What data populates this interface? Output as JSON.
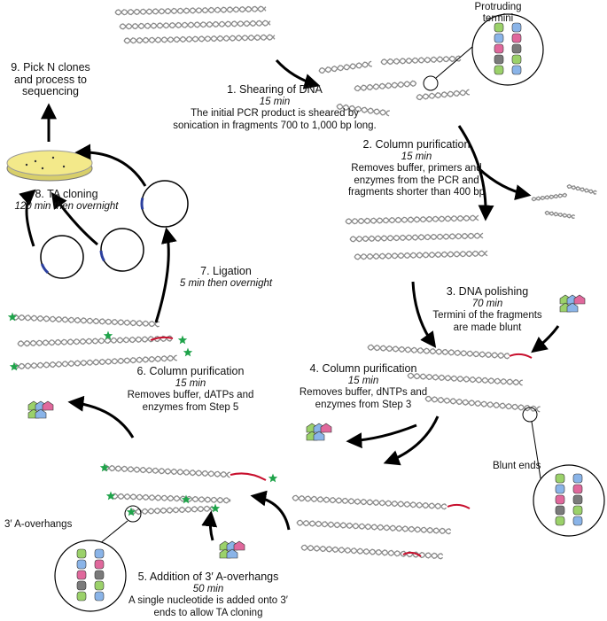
{
  "steps": [
    {
      "title": "1. Shearing of DNA",
      "time": "15 min",
      "desc1": "The initial PCR product is sheared by",
      "desc2": "sonication in fragments 700 to 1,000 bp long."
    },
    {
      "title": "2. Column purification",
      "time": "15 min",
      "desc1": "Removes buffer, primers and",
      "desc2": "enzymes from the PCR and",
      "desc3": "fragments shorter than 400 bp"
    },
    {
      "title": "3. DNA polishing",
      "time": "70 min",
      "desc1": "Termini of the fragments",
      "desc2": "are made blunt"
    },
    {
      "title": "4. Column purification",
      "time": "15 min",
      "desc1": "Removes buffer, dNTPs and",
      "desc2": "enzymes from Step 3"
    },
    {
      "title": "5. Addition of 3′ A-overhangs",
      "time": "50 min",
      "desc1": "A single nucleotide is added onto 3′",
      "desc2": "ends to allow TA cloning"
    },
    {
      "title": "6. Column purification",
      "time": "15 min",
      "desc1": "Removes buffer, dATPs and",
      "desc2": "enzymes from Step 5"
    },
    {
      "title": "7. Ligation",
      "time": "5 min then overnight"
    },
    {
      "title": "8. TA cloning",
      "time": "120 min then overnight"
    },
    {
      "title1": "9. Pick N clones",
      "title2": "and process to",
      "title3": "sequencing"
    }
  ],
  "callouts": {
    "protruding1": "Protruding",
    "protruding2": "termini",
    "blunt": "Blunt ends",
    "overhangs": "3′ A-overhangs"
  },
  "colors": {
    "dna": "#8a8a8a",
    "red_end": "#c8102e",
    "star": "#1fa34a",
    "plasmid_insert": "#2b3f9e",
    "plate": "#f3e98a",
    "nuc_green": "#9bd16a",
    "nuc_blue": "#8ab4e8",
    "nuc_pink": "#e0689c"
  }
}
